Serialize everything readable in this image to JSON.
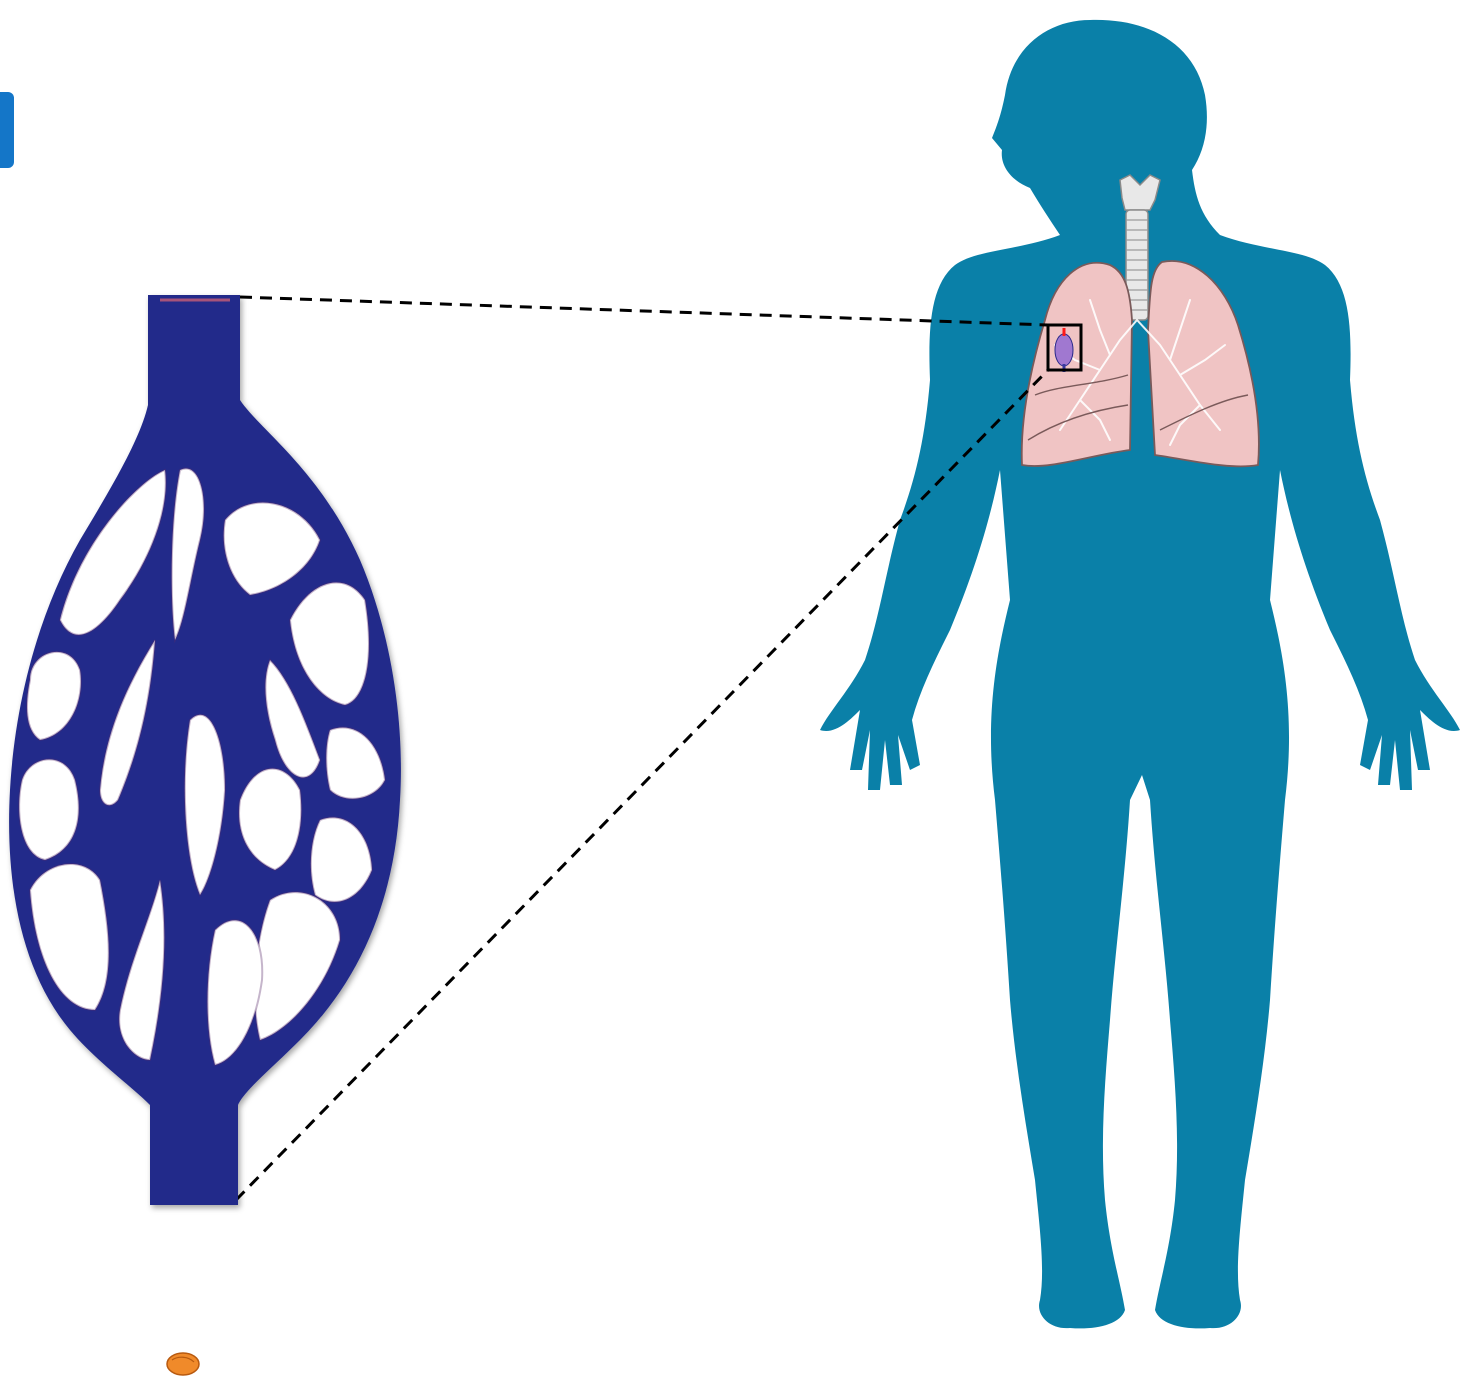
{
  "diagram": {
    "title": "",
    "elements": [
      {
        "id": "capillary-bed",
        "kind": "vessel network"
      },
      {
        "id": "human-body-silhouette",
        "kind": "figure"
      },
      {
        "id": "lungs",
        "kind": "organ"
      },
      {
        "id": "trachea",
        "kind": "organ"
      },
      {
        "id": "zoom-box",
        "kind": "callout"
      },
      {
        "id": "zoom-lines",
        "kind": "connector"
      },
      {
        "id": "red-blood-cell",
        "kind": "cell"
      }
    ],
    "colors": {
      "silhouette": "#0a80a8",
      "arterial": "#ff0a14",
      "mid": "#8b35b5",
      "venous": "#222a8a",
      "lung": "#f0c4c4",
      "lung_outline": "#7a5a5a",
      "trachea": "#e8e8e8",
      "edge_tab": "#1476c8",
      "zoom_line": "#000000",
      "cell": "#f08a2a"
    }
  }
}
